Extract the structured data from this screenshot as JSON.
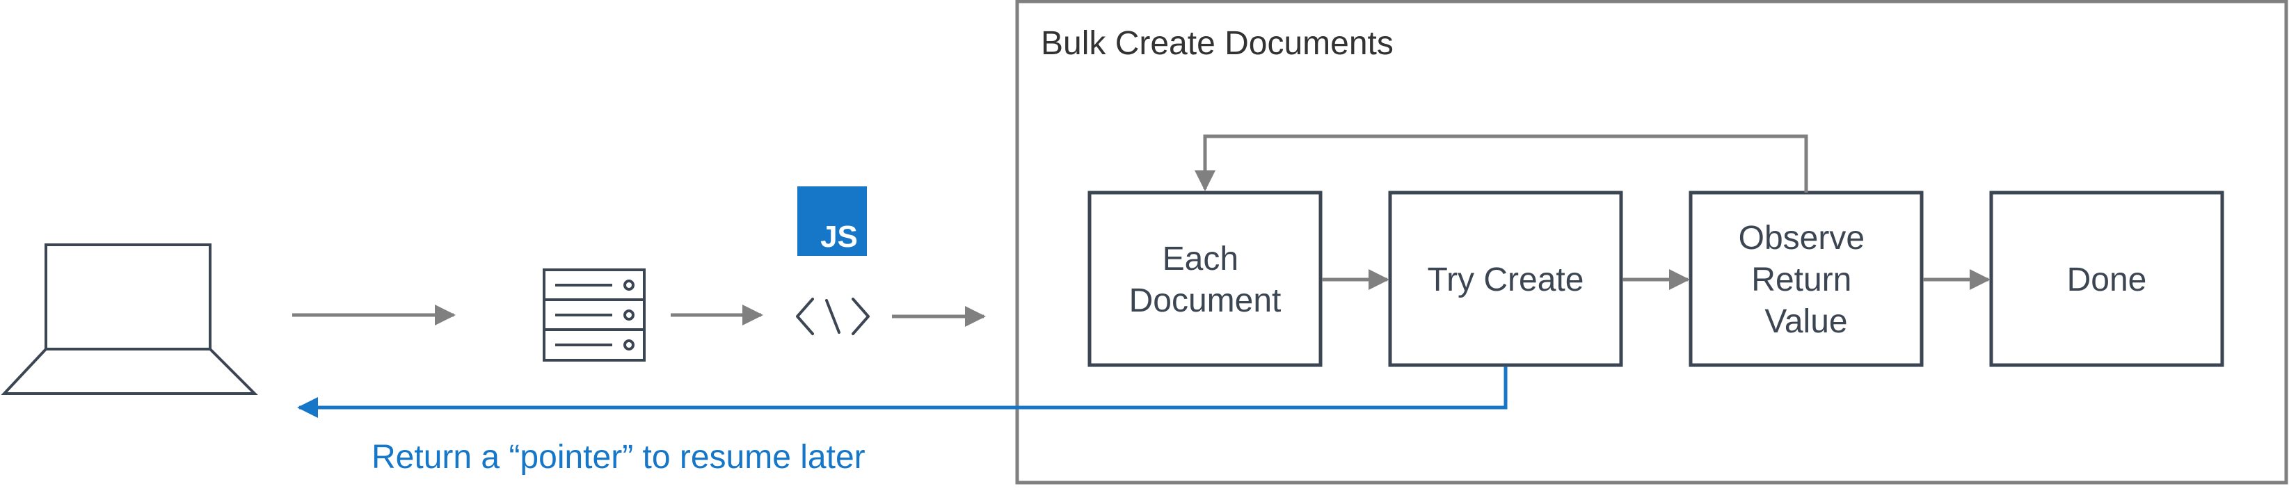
{
  "panel": {
    "title": "Bulk Create Documents"
  },
  "js_badge": {
    "label": "JS",
    "color": "#1677c9"
  },
  "steps": [
    {
      "id": "each-document",
      "lines": [
        "Each",
        "Document"
      ]
    },
    {
      "id": "try-create",
      "lines": [
        "Try Create"
      ]
    },
    {
      "id": "observe-return-value",
      "lines": [
        "Observe",
        "Return",
        "Value"
      ]
    },
    {
      "id": "done",
      "lines": [
        "Done"
      ]
    }
  ],
  "return_path": {
    "label": "Return a “pointer” to resume later",
    "color": "#1677c9"
  },
  "colors": {
    "outline": "#3c4653",
    "arrow": "#808080",
    "panel_border": "#808080",
    "text": "#333333"
  },
  "icons": {
    "client": "laptop-icon",
    "server": "server-icon",
    "code": "code-brackets-icon"
  }
}
